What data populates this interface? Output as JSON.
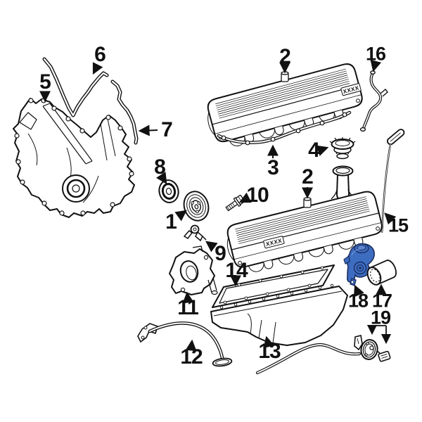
{
  "page": {
    "background_color": "#ffffff"
  },
  "diagram": {
    "style": {
      "line_color": "#111111",
      "highlight_color": "#3d6dc1",
      "highlight_outline": "#1b2d60"
    },
    "cover_stamp": "XXXX",
    "callouts": [
      {
        "number": "5"
      },
      {
        "number": "6"
      },
      {
        "number": "7"
      },
      {
        "number": "8"
      },
      {
        "number": "2"
      },
      {
        "number": "16"
      },
      {
        "number": "3"
      },
      {
        "number": "4"
      },
      {
        "number": "2"
      },
      {
        "number": "10"
      },
      {
        "number": "1"
      },
      {
        "number": "9"
      },
      {
        "number": "14"
      },
      {
        "number": "11"
      },
      {
        "number": "12"
      },
      {
        "number": "13"
      },
      {
        "number": "15"
      },
      {
        "number": "18"
      },
      {
        "number": "17"
      },
      {
        "number": "19"
      }
    ]
  }
}
